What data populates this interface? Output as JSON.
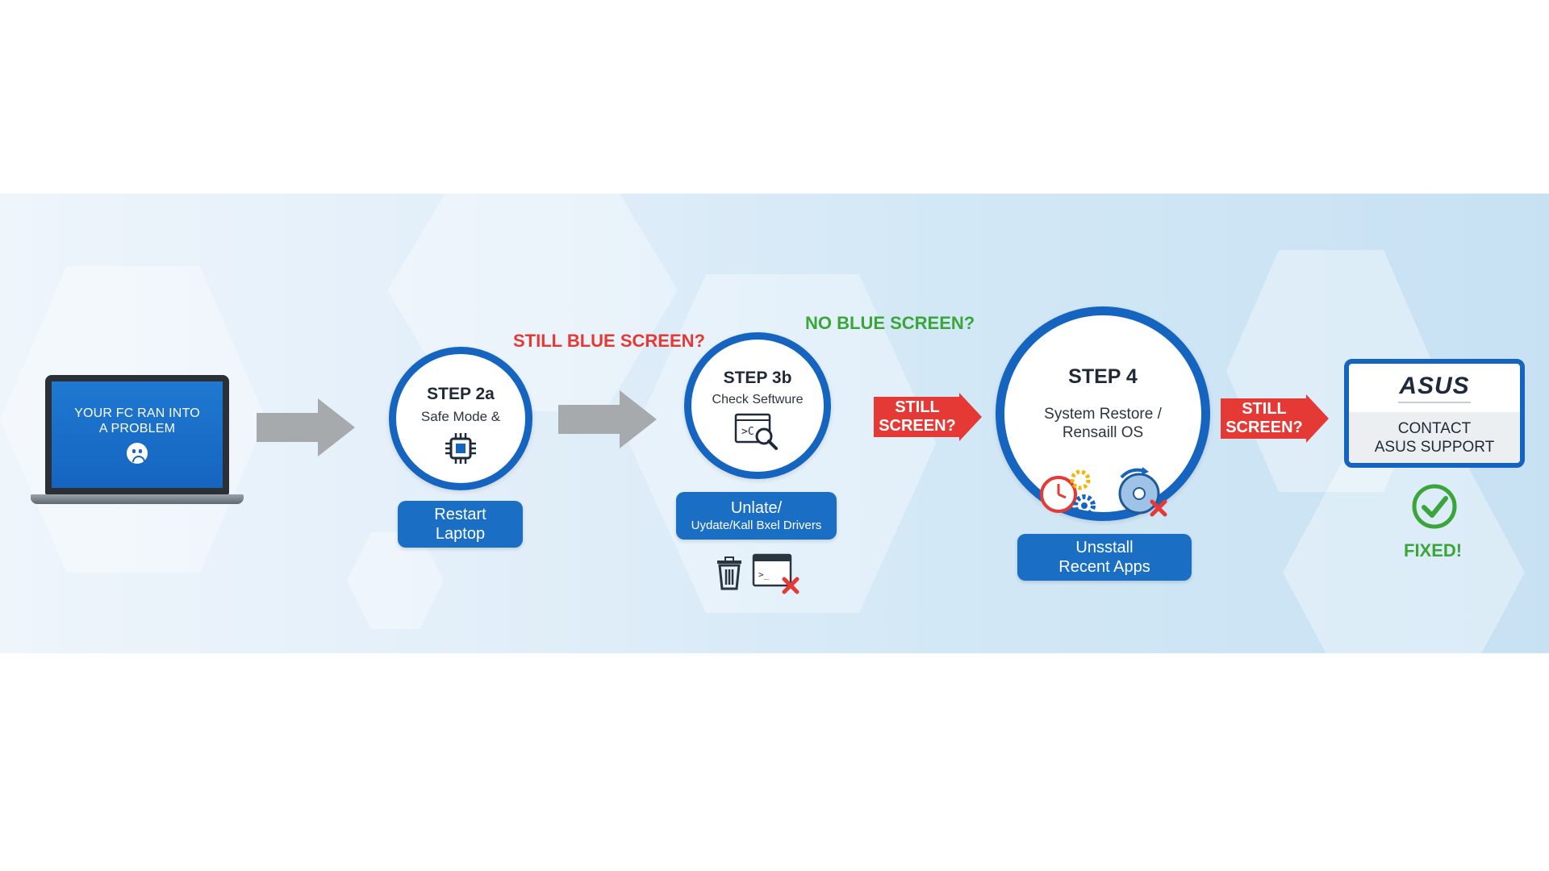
{
  "laptop": {
    "line1": "YOUR FC RAN INTO",
    "line2": "A PROBLEM"
  },
  "step2a": {
    "title": "STEP 2a",
    "subtitle": "Safe Mode &",
    "button_line1": "Restart",
    "button_line2": "Laptop"
  },
  "label_still_blue": "STILL BLUE SCREEN?",
  "label_no_blue": "NO BLUE SCREEN?",
  "step3b": {
    "title": "STEP 3b",
    "subtitle": "Check Seftwure",
    "button_line1": "Unlate/",
    "button_line2": "Uydate/Kall Bxel Drivers"
  },
  "arrow1": {
    "line1": "STILL",
    "line2": "SCREEN?"
  },
  "step4": {
    "title": "STEP 4",
    "subtitle_line1": "System Restore /",
    "subtitle_line2": "Rensaill OS",
    "button_line1": "Unsstall",
    "button_line2": "Recent Apps"
  },
  "arrow2": {
    "line1": "STILL",
    "line2": "SCREEN?"
  },
  "support": {
    "logo": "ASUS",
    "line1": "CONTACT",
    "line2": "ASUS SUPPORT"
  },
  "fixed_label": "FIXED!",
  "colors": {
    "blue": "#1565c0",
    "red": "#e53935",
    "green": "#3aa63a",
    "grey": "#a7aaad"
  },
  "icons": [
    "sad-face-icon",
    "cpu-chip-icon",
    "magnifier-window-icon",
    "trash-icon",
    "window-x-icon",
    "clock-gear-icon",
    "disc-x-icon",
    "check-circle-icon"
  ]
}
